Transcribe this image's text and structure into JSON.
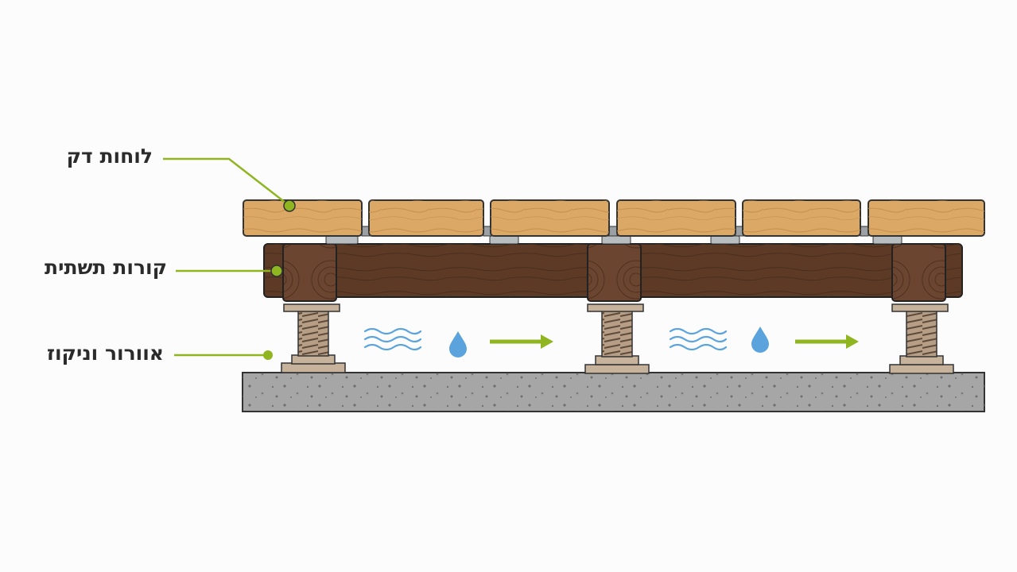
{
  "labels": {
    "deck_boards": "לוחות דק",
    "joists": "קורות תשתית",
    "ventilation": "אוורור וניקוז"
  },
  "icons": {
    "airflow": "wavy-lines-icon",
    "water": "water-drop-icon",
    "direction": "arrow-right-icon"
  },
  "colors": {
    "accent": "#8fb521",
    "deck_wood": "#dca866",
    "joist_wood": "#5c3a26",
    "concrete": "#a6a6a6",
    "water": "#5ba3dc",
    "pedestal": "#b59d86"
  }
}
